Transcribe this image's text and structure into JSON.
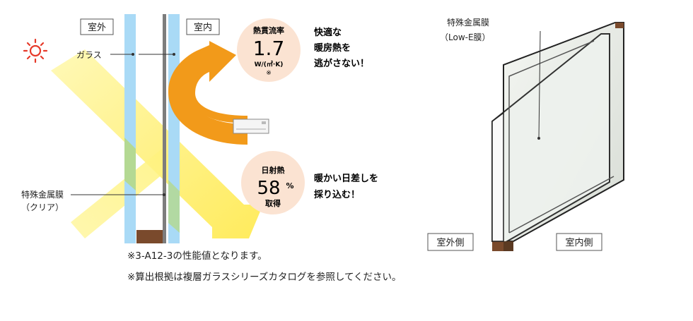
{
  "left_diagram": {
    "outdoor_label": "室外",
    "indoor_label": "室内",
    "glass_label": "ガラス",
    "coating_label_line1": "特殊金属膜",
    "coating_label_line2": "（クリア）",
    "heat_transfer": {
      "title": "熱貫流率",
      "value": "1.7",
      "unit": "W/(㎡·K)",
      "mark": "※",
      "caption_line1": "快適な",
      "caption_line2": "暖房熱を",
      "caption_line3": "逃がさない！"
    },
    "solar_heat": {
      "title": "日射熱",
      "value": "58",
      "unit": "%",
      "subtitle": "取得",
      "caption_line1": "暖かい日差しを",
      "caption_line2": "採り込む！"
    }
  },
  "notes": {
    "line1": "※3-A12-3の性能値となります。",
    "line2": "※算出根拠は複層ガラスシリーズカタログを参照してください。"
  },
  "right_diagram": {
    "coating_label_line1": "特殊金属膜",
    "coating_label_line2": "（Low-E膜）",
    "outdoor_side_label": "室外側",
    "indoor_side_label": "室内側"
  },
  "colors": {
    "glass_blue": "#a9daf6",
    "sun_yellow": "#fff27a",
    "heat_orange": "#f29a1a",
    "bubble_peach": "#fbe3d2",
    "sun_red": "#e63a2a",
    "spacer_brown": "#7a4a2c"
  }
}
